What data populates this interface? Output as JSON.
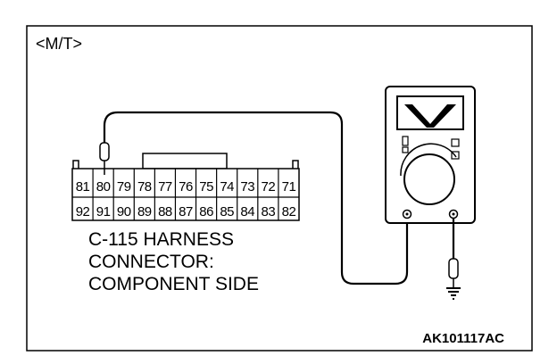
{
  "diagram": {
    "variant_label": "<M/T>",
    "figure_code": "AK101117AC",
    "connector": {
      "caption_lines": [
        "C-115 HARNESS",
        "CONNECTOR:",
        "COMPONENT SIDE"
      ],
      "top_row_pins": [
        "81",
        "80",
        "79",
        "78",
        "77",
        "76",
        "75",
        "74",
        "73",
        "72",
        "71"
      ],
      "bottom_row_pins": [
        "92",
        "91",
        "90",
        "89",
        "88",
        "87",
        "86",
        "85",
        "84",
        "83",
        "82"
      ],
      "probed_pin": "80"
    },
    "meter": {
      "display_symbol": "V"
    }
  }
}
